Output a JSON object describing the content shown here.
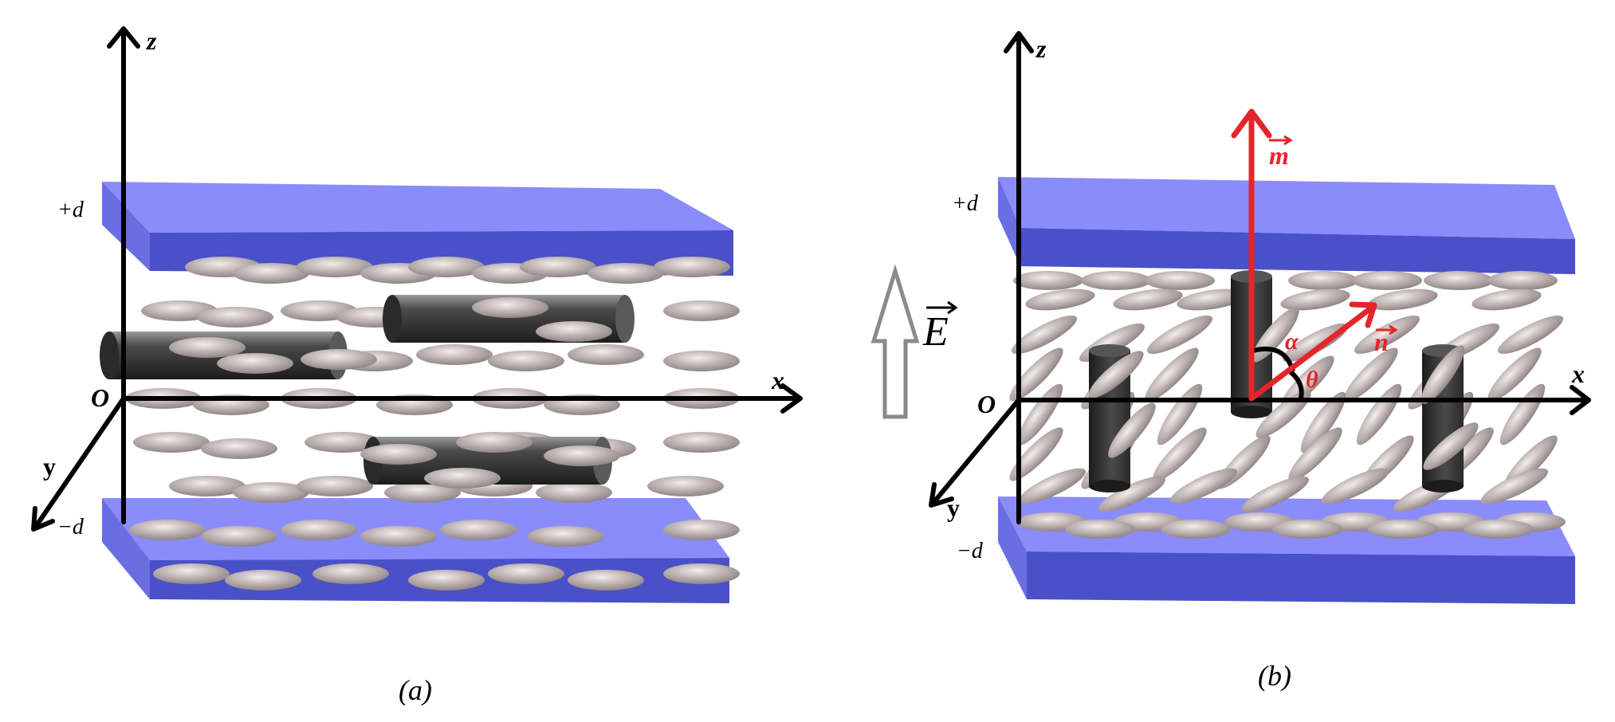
{
  "panels": [
    {
      "id": "a",
      "caption": "(a)",
      "axes": {
        "z": "z",
        "x": "x",
        "y": "y",
        "origin": "O"
      },
      "plates": {
        "top_label": "+d",
        "bottom_label": "−d"
      },
      "state": "rods and liquid-crystal molecules aligned along x"
    },
    {
      "id": "b",
      "caption": "(b)",
      "axes": {
        "z": "z",
        "x": "x",
        "y": "y",
        "origin": "O"
      },
      "plates": {
        "top_label": "+d",
        "bottom_label": "−d"
      },
      "vectors": {
        "m": "m",
        "n": "n"
      },
      "angles": {
        "alpha": "α",
        "theta": "θ"
      }
    }
  ],
  "field": {
    "symbol": "E"
  },
  "colors": {
    "plate_top": "#8a8cfb",
    "plate_front": "#4a50c8",
    "plate_side": "#6a6ee0",
    "molecule": "#bdb1b1",
    "rod": "#3c3c3c",
    "vector": "#e3262a"
  }
}
